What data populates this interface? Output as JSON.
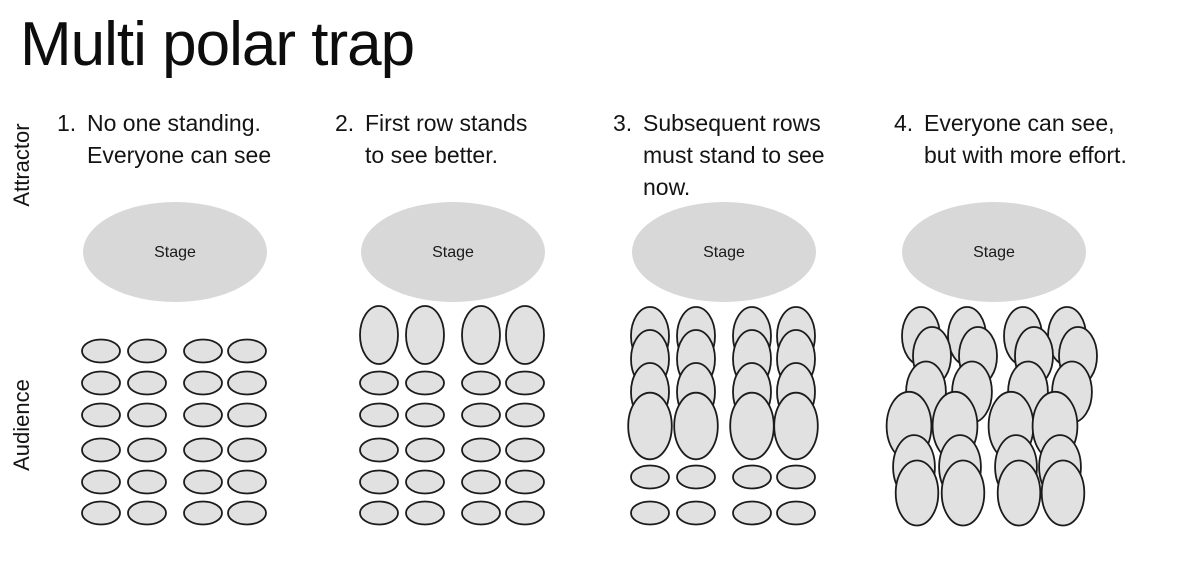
{
  "title": "Multi polar trap",
  "side_labels": {
    "top": "Attractor",
    "bottom": "Audience"
  },
  "stage_label": "Stage",
  "colors": {
    "stage_fill": "#d8d8d8",
    "person_fill": "#e1e1e1",
    "person_stroke": "#1b1b1b",
    "text": "#141414"
  },
  "panels": [
    {
      "number": "1.",
      "caption_lines": [
        "No one standing.",
        "Everyone can see"
      ],
      "audience_rows": [
        "sitting",
        "sitting",
        "sitting",
        "sitting",
        "sitting",
        "sitting"
      ]
    },
    {
      "number": "2.",
      "caption_lines": [
        "First row stands",
        "to see better."
      ],
      "audience_rows": [
        "standing",
        "sitting",
        "sitting",
        "sitting",
        "sitting",
        "sitting"
      ]
    },
    {
      "number": "3.",
      "caption_lines": [
        "Subsequent rows",
        "must stand to see",
        "now."
      ],
      "audience_rows": [
        "standing",
        "standing",
        "standing",
        "standing",
        "sitting",
        "sitting"
      ]
    },
    {
      "number": "4.",
      "caption_lines": [
        "Everyone can see,",
        "but with more effort."
      ],
      "audience_rows": [
        "standing",
        "standing",
        "standing",
        "standing",
        "standing",
        "standing"
      ]
    }
  ]
}
